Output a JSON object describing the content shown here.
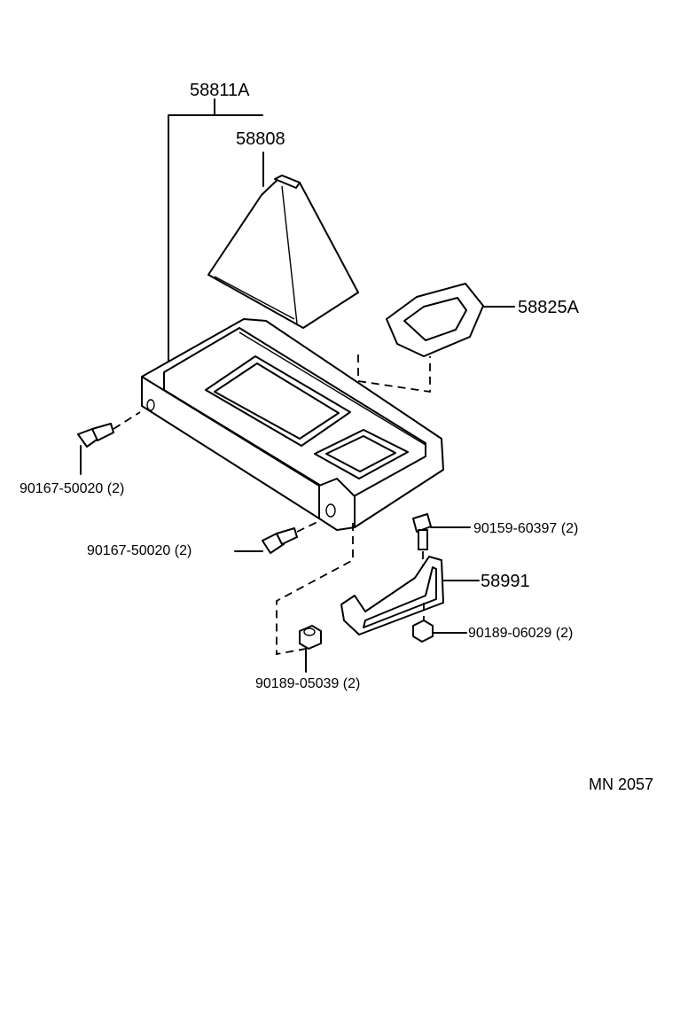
{
  "labels": {
    "assembly": "58811A",
    "boot": "58808",
    "tray": "58825A",
    "screw_left": "90167-50020 (2)",
    "screw_bottom": "90167-50020 (2)",
    "bolt": "90159-60397 (2)",
    "bracket": "58991",
    "nut_right": "90189-06029 (2)",
    "nut_left": "90189-05039 (2)",
    "diagram_code": "MN 2057"
  }
}
